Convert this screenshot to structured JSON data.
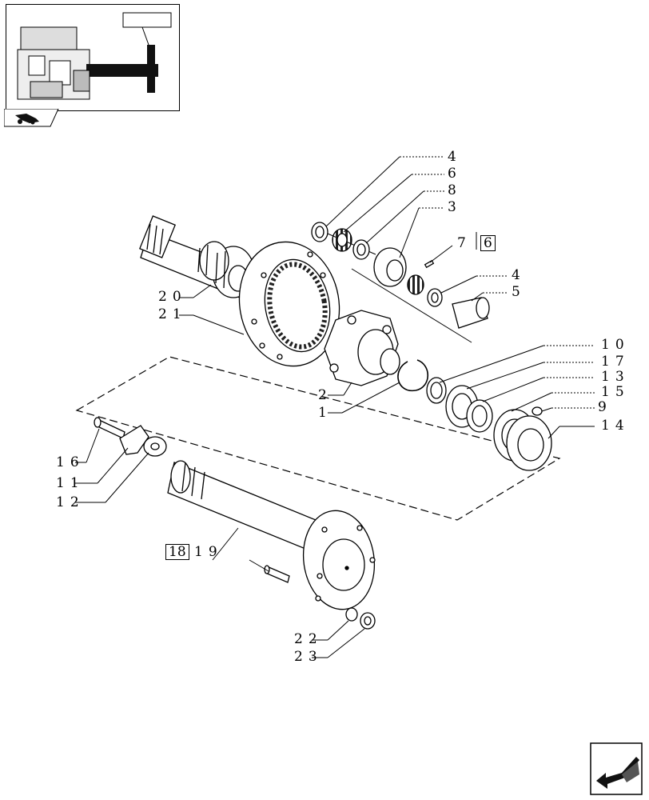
{
  "callouts": {
    "c4a": "4",
    "c6a": "6",
    "c8": "8",
    "c3": "3",
    "c7": "7",
    "c7box": "6",
    "c4b": "4",
    "c5": "5",
    "c20": "20",
    "c21": "21",
    "c10": "10",
    "c17": "17",
    "c13": "13",
    "c15": "15",
    "c9": "9",
    "c14": "14",
    "c2": "2",
    "c1": "1",
    "c16": "16",
    "c11": "11",
    "c12": "12",
    "c18box": "18",
    "c19": "19",
    "c22": "22",
    "c23": "23"
  },
  "icons": {
    "thumbnail": "assembly-thumbnail",
    "tab": "tractor-tab-icon",
    "nav": "return-arrow-icon"
  }
}
